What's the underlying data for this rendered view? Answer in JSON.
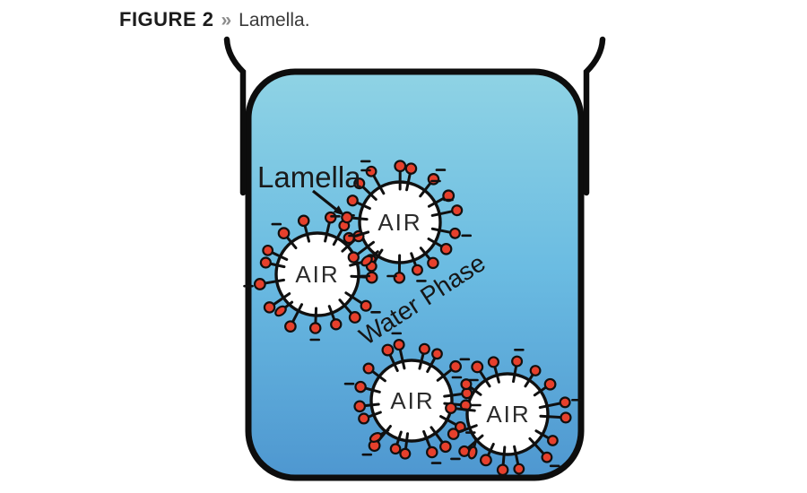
{
  "figure": {
    "label": "FIGURE 2",
    "separator": "»",
    "caption": "Lamella."
  },
  "diagram": {
    "lamella_label": "Lamella",
    "water_phase_label": "Water Phase",
    "air_label": "AIR"
  },
  "colors": {
    "water_top": "#8FD3E4",
    "water_mid": "#6BBCE2",
    "water_bottom": "#4E97D0",
    "surfactant_head": "#E6402C",
    "outline": "#101010",
    "bubble_fill": "#FFFFFF"
  }
}
